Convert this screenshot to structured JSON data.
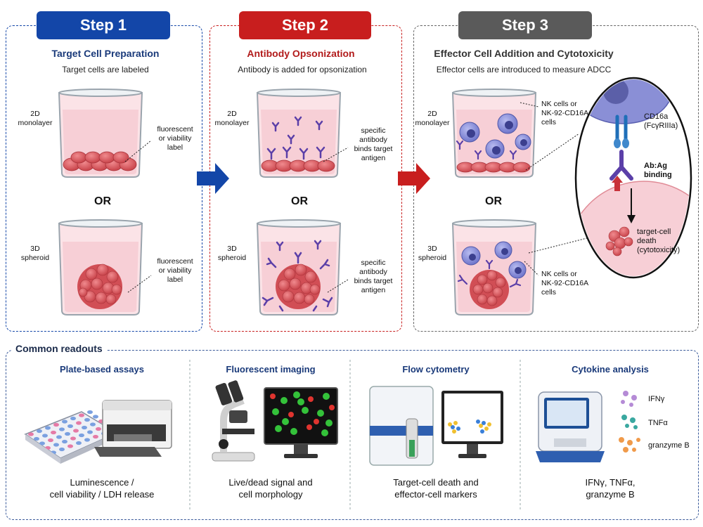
{
  "colors": {
    "step1": "#1346a8",
    "step2": "#c81e1e",
    "step3": "#5a5a5a",
    "cell": "#d9545a",
    "antibody": "#5b3fa8",
    "liquid": "#f7cfd6",
    "nk": "#7c82d4"
  },
  "steps": [
    {
      "badge": "Step 1",
      "title": "Target Cell Preparation",
      "subtitle": "Target cells are labeled",
      "mono_label": "2D\nmonolayer",
      "spheroid_label": "3D\nspheroid",
      "note_top": "fluorescent\nor viability\nlabel",
      "note_bottom": "fluorescent\nor viability\nlabel"
    },
    {
      "badge": "Step 2",
      "title": "Antibody Opsonization",
      "subtitle": "Antibody is added for opsonization",
      "mono_label": "2D\nmonolayer",
      "spheroid_label": "3D\nspheroid",
      "note_top": "specific\nantibody\nbinds target\nantigen",
      "note_bottom": "specific\nantibody\nbinds target\nantigen"
    },
    {
      "badge": "Step 3",
      "title": "Effector Cell Addition and Cytotoxicity",
      "subtitle": "Effector cells are introduced to measure ADCC",
      "mono_label": "2D\nmonolayer",
      "spheroid_label": "3D\nspheroid",
      "note_top": "NK cells or\nNK-92-CD16A\ncells",
      "note_bottom": "NK cells or\nNK-92-CD16A\ncells"
    }
  ],
  "or_label": "OR",
  "zoom": {
    "cd16": "CD16a\n(FcγRIIIa)",
    "binding": "Ab:Ag\nbinding",
    "death": "target-cell\ndeath\n(cytotoxicity)"
  },
  "readouts": {
    "header": "Common readouts",
    "items": [
      {
        "title": "Plate-based assays",
        "caption": "Luminescence /\ncell viability / LDH release"
      },
      {
        "title": "Fluorescent imaging",
        "caption": "Live/dead signal and\ncell morphology"
      },
      {
        "title": "Flow cytometry",
        "caption": "Target-cell death and\neffector-cell markers"
      },
      {
        "title": "Cytokine analysis",
        "caption": "IFNγ, TNFα,\ngranzyme B"
      }
    ],
    "cytokines": [
      "IFNγ",
      "TNFα",
      "granzyme B"
    ]
  }
}
